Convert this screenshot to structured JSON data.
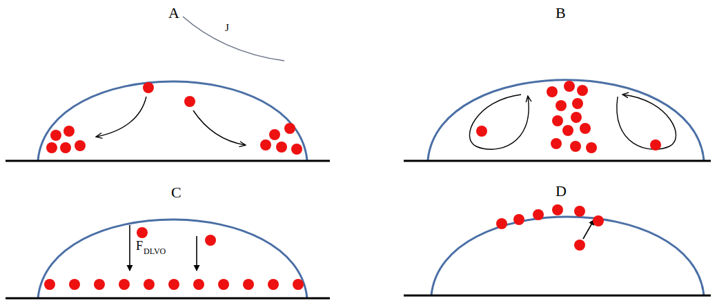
{
  "diagram": {
    "labels": [
      "A",
      "J",
      "B",
      "C",
      "F",
      "DLVO",
      "D"
    ]
  }
}
